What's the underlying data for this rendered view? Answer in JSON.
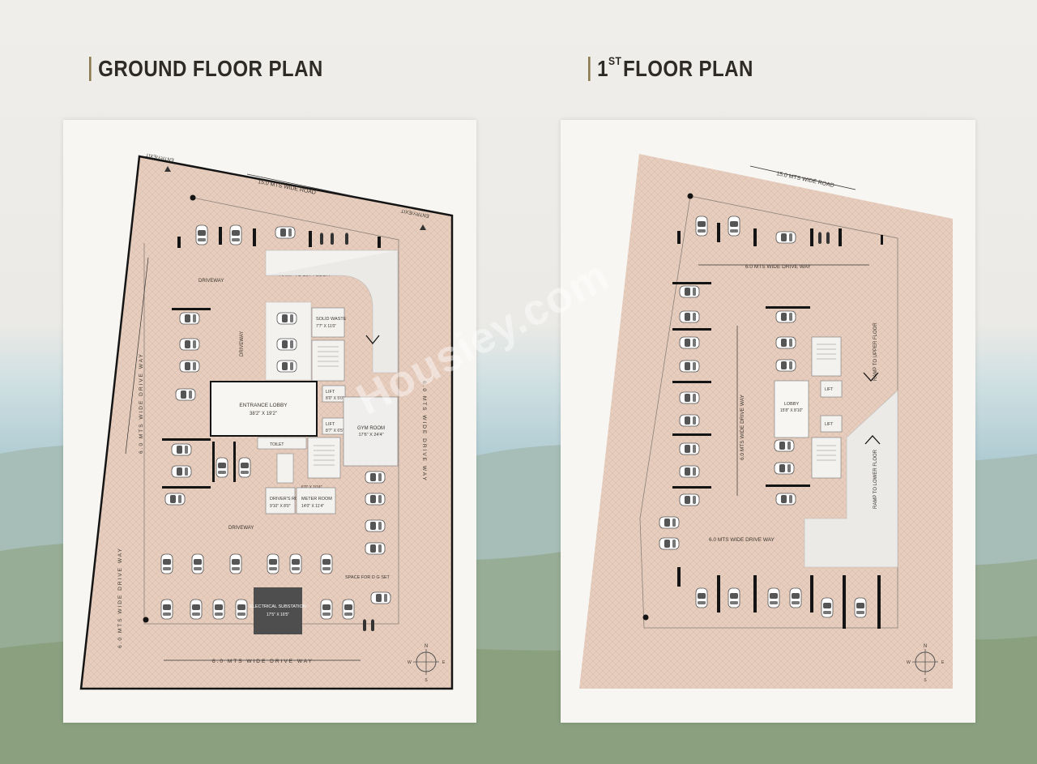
{
  "headings": {
    "ground": "GROUND FLOOR PLAN",
    "first_prefix": "1",
    "first_sup": "ST",
    "first_suffix": " FLOOR PLAN"
  },
  "watermark": "Housiey.com",
  "ground": {
    "road": "15.0 MTS WIDE ROAD",
    "entry_exit": "ENTRY/EXIT",
    "driveway": "DRIVEWAY",
    "drive_way_6": "6.0 MTS WIDE DRIVE WAY",
    "ramp": "RAMP TO 1ST FLOOR",
    "solid_waste": "SOLID WASTE",
    "solid_waste_dim": "7'7\" X 11'0\"",
    "lift": "LIFT",
    "lift_dim_1": "8'0\" X 5'0\"",
    "lift_dim_2": "8'7\" X 6'5\"",
    "entrance_lobby": "ENTRANCE LOBBY",
    "entrance_lobby_dim": "38'2\" X 19'2\"",
    "gym_room": "GYM ROOM",
    "gym_dim": "17'6\" X 24'4\"",
    "drivers_room": "DRIVER'S ROOM",
    "drivers_dim": "9'10\" X 8'0\"",
    "meter_room": "METER ROOM",
    "meter_dim": "14'0\" X 11'4\"",
    "dim_6x10": "6'0\" X 10'4\"",
    "toilet": "TOILET",
    "electrical": "ELECTRICAL SUBSTATION",
    "electrical_dim": "17'5\" X 16'5\"",
    "dg_set": "SPACE FOR D G SET"
  },
  "first": {
    "road": "15.0 MTS WIDE ROAD",
    "drive_way_6": "6.0 MTS WIDE DRIVE WAY",
    "ramp_upper": "RAMP TO UPPER FLOOR",
    "ramp_lower": "RAMP TO LOWER FLOOR",
    "lobby": "LOBBY",
    "lobby_dim": "15'8\" X 8'10\"",
    "lift": "LIFT"
  },
  "compass": {
    "n": "N",
    "s": "S",
    "e": "E",
    "w": "W"
  },
  "colors": {
    "plot": "#e6cdbd",
    "building": "#f4f2ef",
    "ramp": "#e9e8e6",
    "wall": "#141414",
    "car": "#9e9e9e"
  }
}
